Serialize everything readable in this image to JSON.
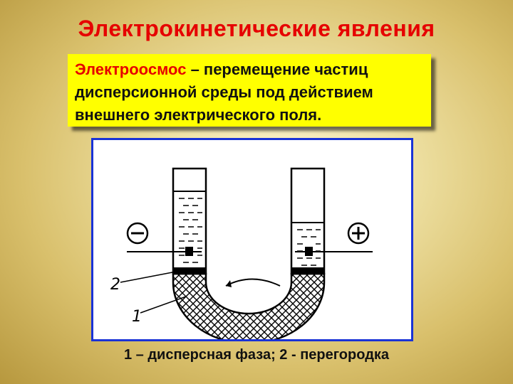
{
  "title": "Электрокинетические явления",
  "definition": {
    "term": "Электроосмос",
    "rest_line1": " – перемещение частиц",
    "line2": "дисперсионной среды под действием",
    "line3": "внешнего электрического поля."
  },
  "diagram": {
    "label_1": "1",
    "label_2": "2",
    "minus_electrode": "negative-electrode-icon",
    "plus_electrode": "positive-electrode-icon"
  },
  "caption": "1 – дисперсная фаза; 2 - перегородка",
  "colors": {
    "title": "#e60000",
    "box": "#ffff00",
    "frame": "#1a33d6"
  }
}
